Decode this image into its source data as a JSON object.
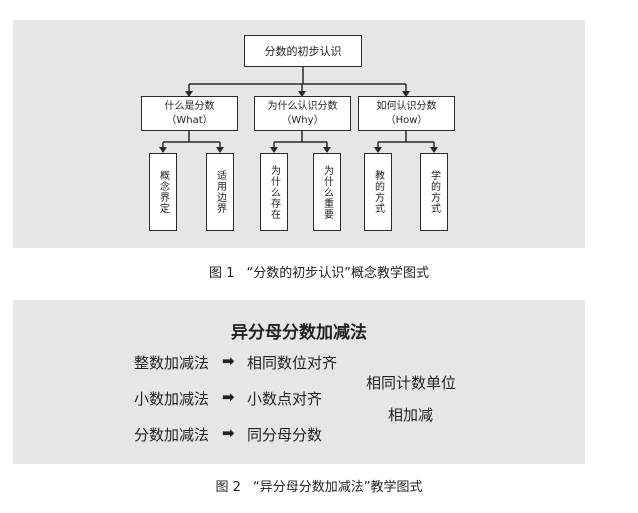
{
  "figure1": {
    "root": "分数的初步认识",
    "categories": [
      {
        "label": "什么是分数",
        "sub": "（What）",
        "children": [
          "概念界定",
          "适用边界"
        ]
      },
      {
        "label": "为什么认识分数",
        "sub": "（Why）",
        "children": [
          "为什么存在",
          "为什么重要"
        ]
      },
      {
        "label": "如何认识分数",
        "sub": "（How）",
        "children": [
          "教的方式",
          "学的方式"
        ]
      }
    ],
    "caption_num": "图 1",
    "caption_text": "“分数的初步认识”概念教学图式"
  },
  "figure2": {
    "title": "异分母分数加减法",
    "rows": [
      {
        "left": "整数加减法",
        "arrow": "➡",
        "right": "相同数位对齐"
      },
      {
        "left": "小数加减法",
        "arrow": "➡",
        "right": "小数点对齐"
      },
      {
        "left": "分数加减法",
        "arrow": "➡",
        "right": "同分母分数"
      }
    ],
    "conclusion_line1": "相同计数单位",
    "conclusion_line2": "相加减",
    "caption_num": "图 2",
    "caption_text": "“异分母分数加减法”教学图式"
  }
}
